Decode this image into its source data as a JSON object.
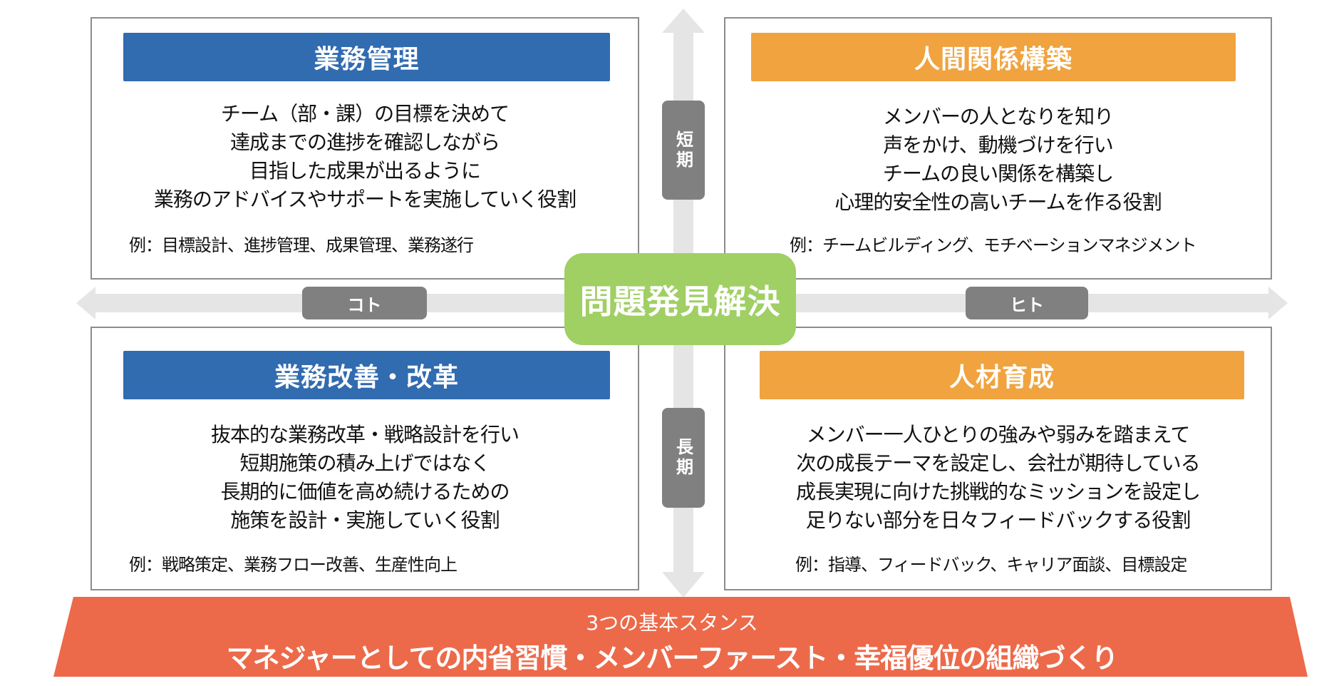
{
  "center": {
    "label": "問題発見解決"
  },
  "axes": {
    "vertical_top": "短期",
    "vertical_bottom": "長期",
    "horizontal_left": "コト",
    "horizontal_right": "ヒト"
  },
  "quadrants": {
    "top_left": {
      "title": "業務管理",
      "lines": [
        "チーム（部・課）の目標を決めて",
        "達成までの進捗を確認しながら",
        "目指した成果が出るように",
        "業務のアドバイスやサポートを実施していく役割"
      ],
      "example": "例：目標設計、進捗管理、成果管理、業務遂行"
    },
    "top_right": {
      "title": "人間関係構築",
      "lines": [
        "メンバーの人となりを知り",
        "声をかけ、動機づけを行い",
        "チームの良い関係を構築し",
        "心理的安全性の高いチームを作る役割"
      ],
      "example": "例：チームビルディング、モチベーションマネジメント"
    },
    "bottom_left": {
      "title": "業務改善・改革",
      "lines": [
        "抜本的な業務改革・戦略設計を行い",
        "短期施策の積み上げではなく",
        "長期的に価値を高め続けるための",
        "施策を設計・実施していく役割"
      ],
      "example": "例：戦略策定、業務フロー改善、生産性向上"
    },
    "bottom_right": {
      "title": "人材育成",
      "lines": [
        "メンバー一人ひとりの強みや弱みを踏まえて",
        "次の成長テーマを設定し、会社が期待している",
        "成長実現に向けた挑戦的なミッションを設定し",
        "足りない部分を日々フィードバックする役割"
      ],
      "example": "例：指導、フィードバック、キャリア面談、目標設定"
    }
  },
  "foundation": {
    "subtitle": "3つの基本スタンス",
    "title": "マネジャーとしての内省習慣・メンバーファースト・幸福優位の組織づくり"
  },
  "colors": {
    "blue": "#316bb0",
    "orange": "#f0a33e",
    "green": "#a0cf64",
    "red": "#ec6a4a",
    "gray": "#808080",
    "arrow": "#e5e5e5"
  }
}
